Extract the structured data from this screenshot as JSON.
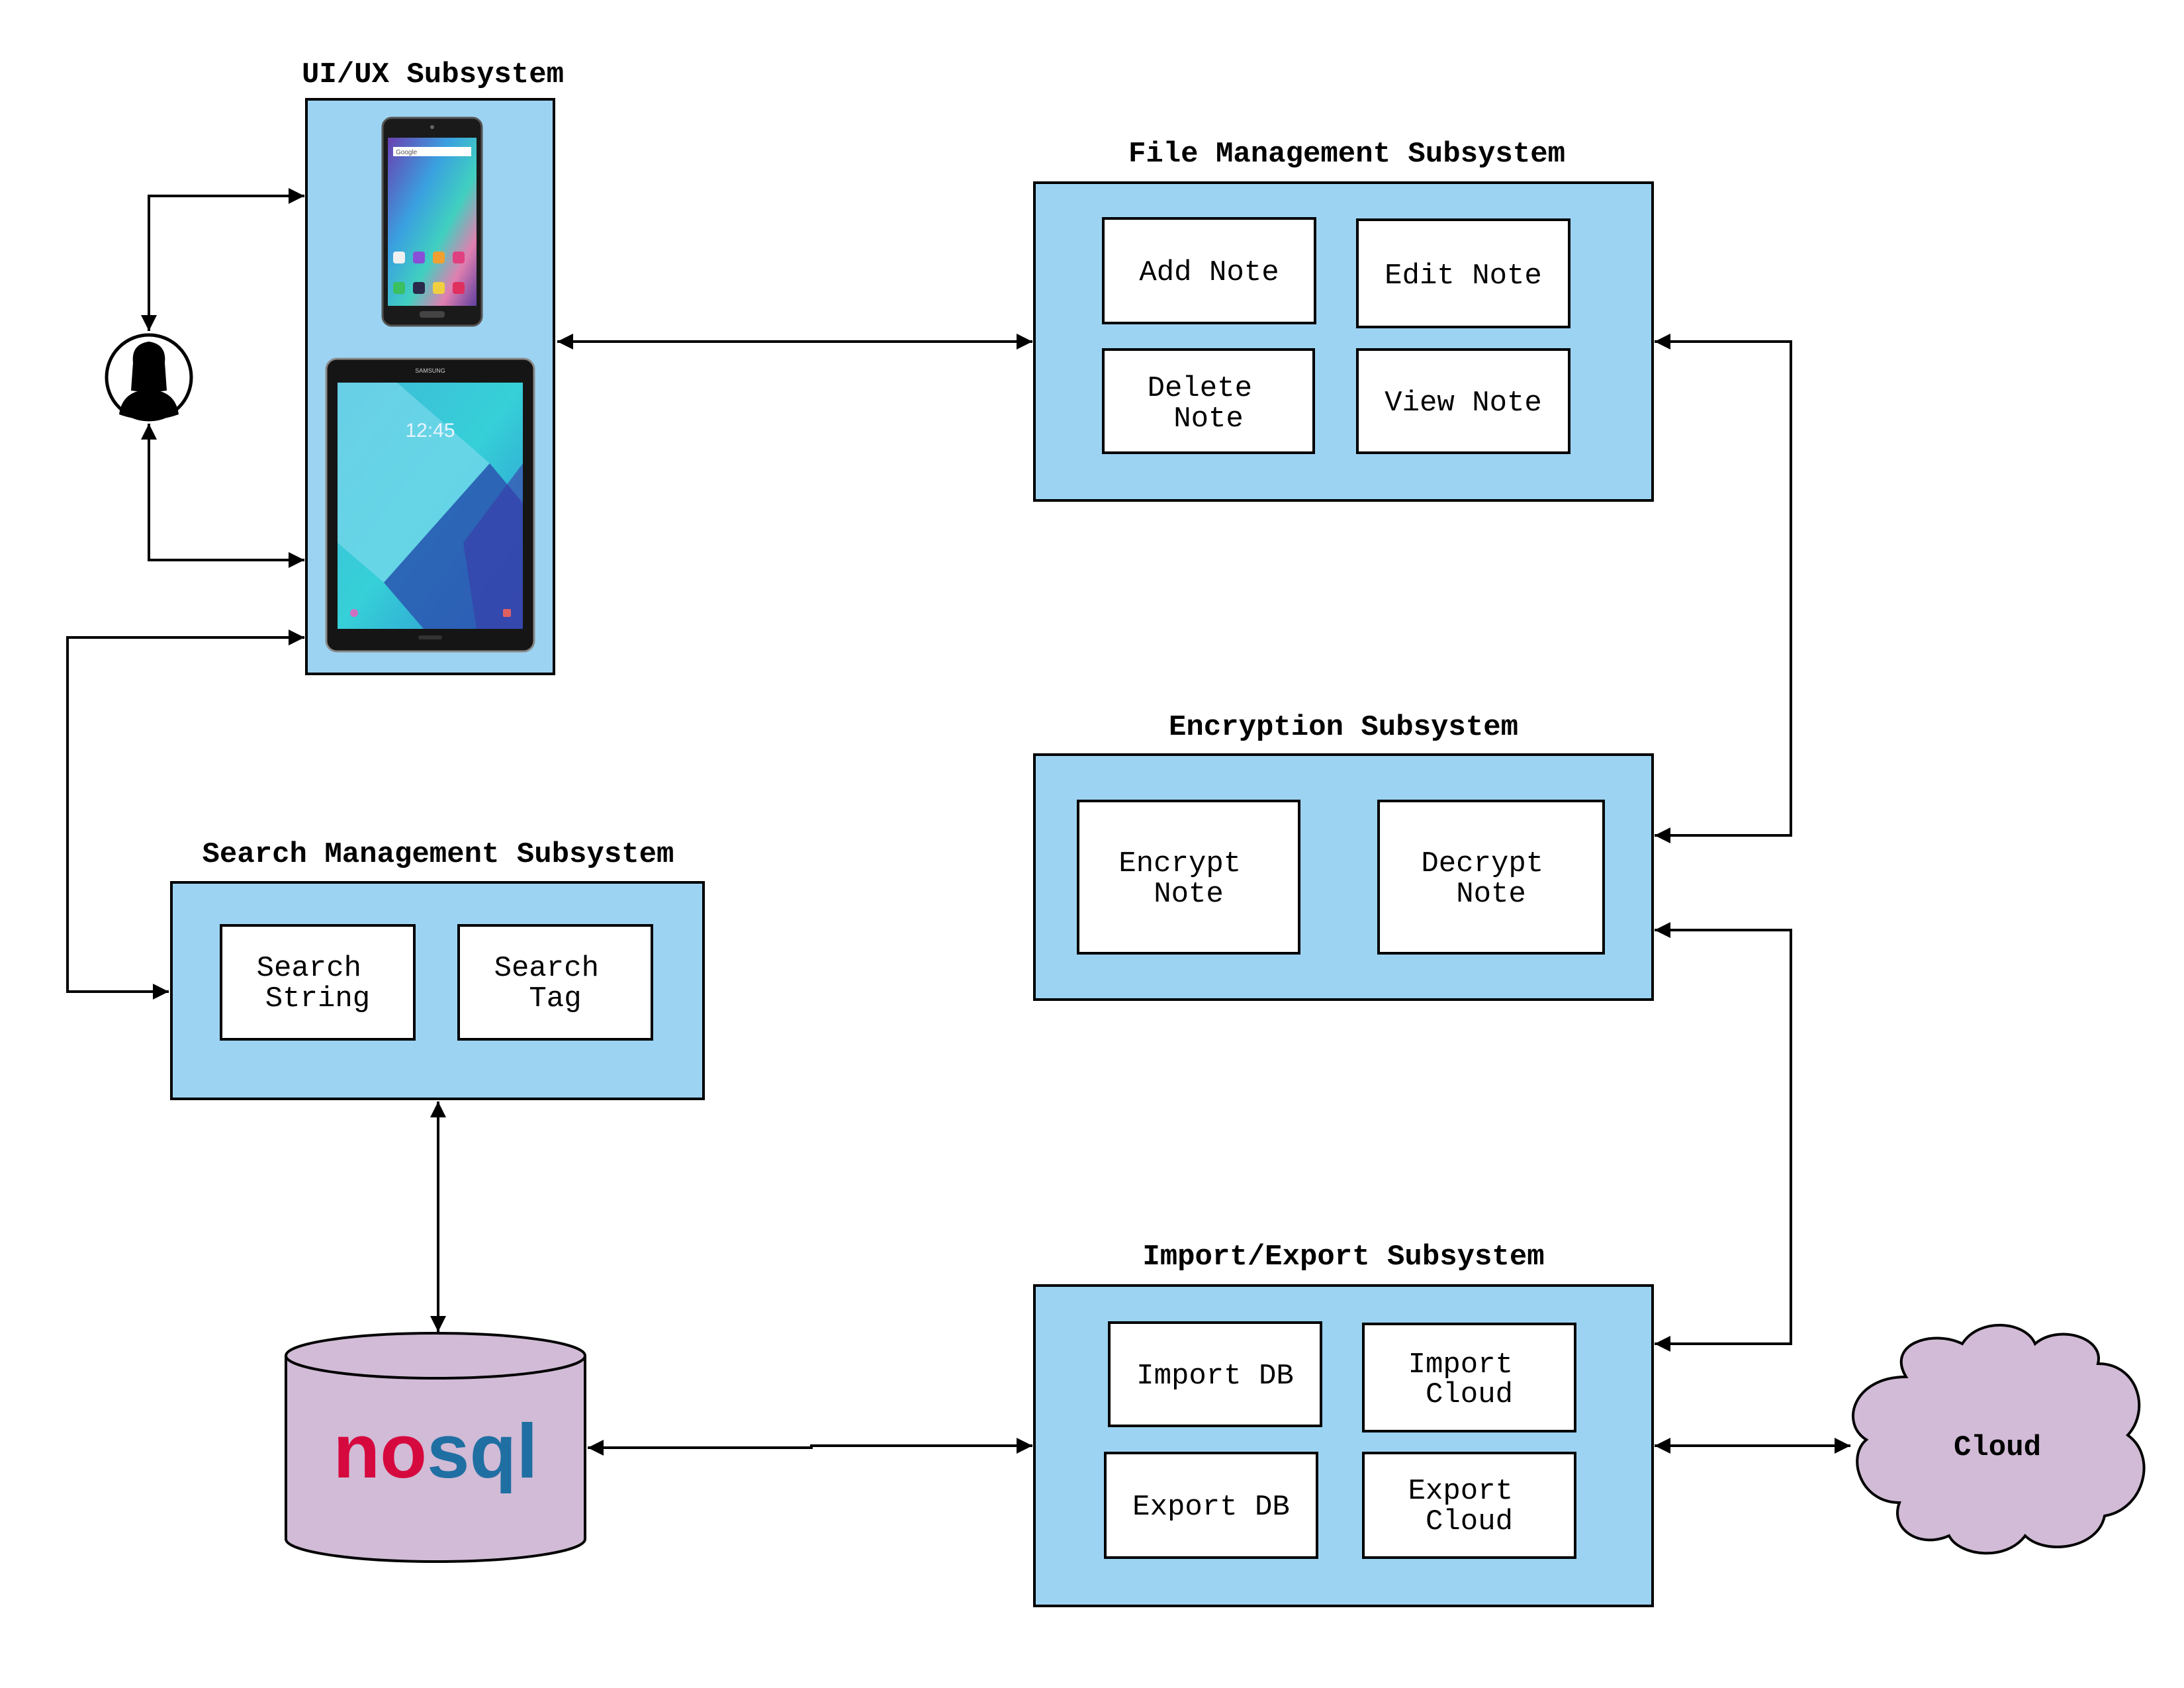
{
  "colors": {
    "subsystem_fill": "#9dd3f2",
    "box_fill": "#ffffff",
    "db_fill": "#d1bbd6",
    "cloud_fill": "#d1bbd6",
    "nosql_no": "#d6093f",
    "nosql_sql": "#1f6fa3",
    "stroke": "#000000"
  },
  "uiux": {
    "title": "UI/UX Subsystem"
  },
  "devices": {
    "phone": {
      "search_label": "Google"
    },
    "tablet": {
      "brand": "SAMSUNG",
      "clock": "12:45"
    }
  },
  "file_mgmt": {
    "title": "File Management Subsystem",
    "add_note": "Add Note",
    "edit_note": "Edit Note",
    "delete_note": [
      "Delete",
      "Note"
    ],
    "view_note": "View Note"
  },
  "encryption": {
    "title": "Encryption Subsystem",
    "encrypt_note": [
      "Encrypt",
      "Note"
    ],
    "decrypt_note": [
      "Decrypt",
      "Note"
    ]
  },
  "search_mgmt": {
    "title": "Search Management Subsystem",
    "search_string": [
      "Search",
      "String"
    ],
    "search_tag": [
      "Search",
      "Tag"
    ]
  },
  "import_export": {
    "title": "Import/Export Subsystem",
    "import_db": "Import DB",
    "import_cloud": [
      "Import",
      "Cloud"
    ],
    "export_db": "Export DB",
    "export_cloud": [
      "Export",
      "Cloud"
    ]
  },
  "database": {
    "logo_no": "no",
    "logo_sql": "sql"
  },
  "cloud": {
    "label": "Cloud"
  }
}
